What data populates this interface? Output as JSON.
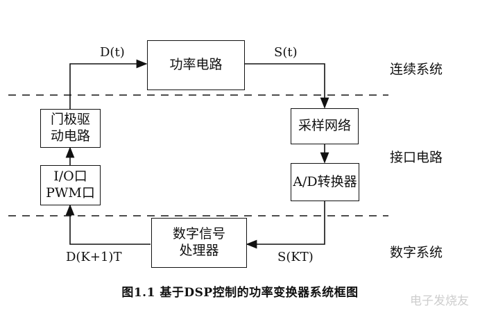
{
  "boxes": {
    "power_circuit": "功率电路",
    "gate_driver": [
      "门极驱",
      "动电路"
    ],
    "sampling_network": "采样网络",
    "io_pwm": [
      "I/O口",
      "PWM口"
    ],
    "ad_converter": "A/D转换器",
    "digital_processor": [
      "数字信号",
      "处理器"
    ]
  },
  "signals": {
    "dt": "D(t)",
    "st": "S(t)",
    "dk1t": "D(K+1)T",
    "skt": "S(KT)"
  },
  "systems": {
    "continuous": "连续系统",
    "interface": "接口电路",
    "digital": "数字系统"
  },
  "caption": "图1.1 基于DSP控制的功率变换器系统框图",
  "watermark": "电子发烧友"
}
